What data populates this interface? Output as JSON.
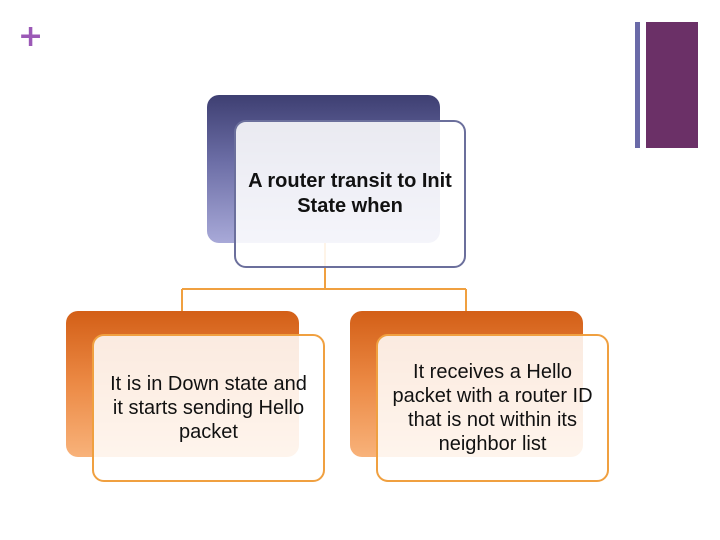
{
  "slide": {
    "corner_symbol": "+"
  },
  "diagram": {
    "root": {
      "text": "A router transit to Init State when"
    },
    "children": [
      {
        "text": "It is in Down state and it starts sending Hello packet"
      },
      {
        "text": "It receives a Hello packet with a router ID that is not within its neighbor list"
      }
    ]
  },
  "colors": {
    "accent_purple": "#6b3067",
    "accent_blue": "#6a6aa8",
    "root_gradient_dark": "#3e3f72",
    "child_gradient_orange": "#d35f17",
    "child_border": "#f0a040",
    "connector": "#f0a040"
  }
}
